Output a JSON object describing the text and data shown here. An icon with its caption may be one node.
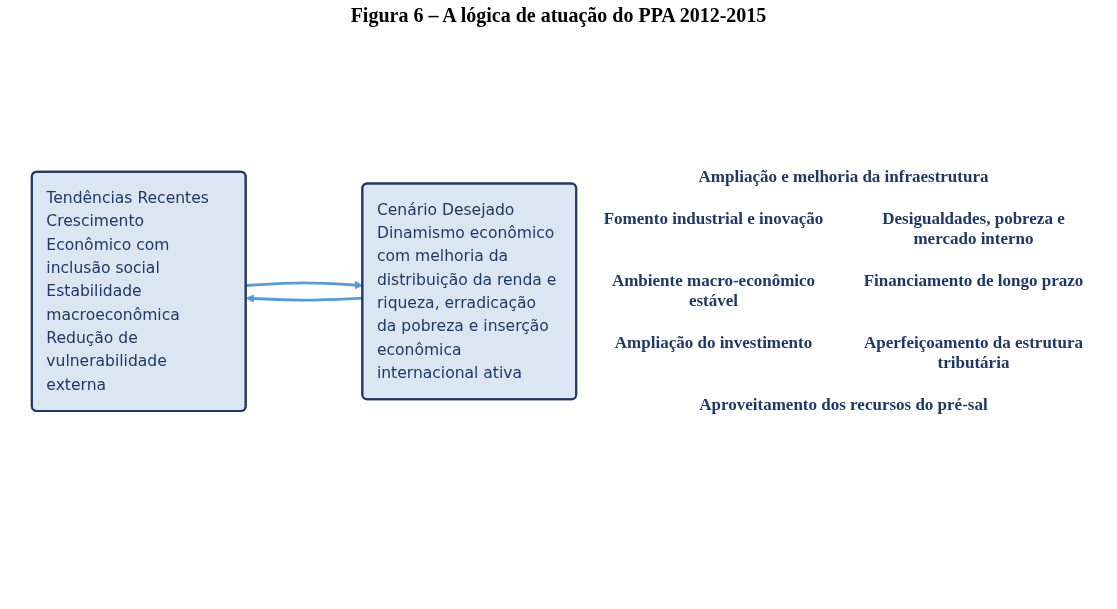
{
  "diagram": {
    "title": "Figura 6 – A lógica de atuação do PPA 2012-2015",
    "nodes": [
      {
        "text": [
          "Tendências Recentes",
          "Crescimento Econômico com inclusão social",
          "Estabilidade macroeconômica",
          "Redução de vulnerabilidade externa"
        ]
      },
      {
        "text": [
          "Cenário Desejado",
          "Dinamismo econômico com melhoria da distribuição da renda e riqueza, erradicação da pobreza e inserção econômica internacional ativa"
        ]
      }
    ],
    "edges": [
      {
        "from": 0,
        "to": 1,
        "arrow": "to"
      },
      {
        "from": 1,
        "to": 0,
        "arrow": "to"
      }
    ],
    "labels": [
      "Ampliação e melhoria da infraestrutura",
      "Fomento industrial e inovação",
      "Desigualdades, pobreza e mercado interno",
      "Ambiente macro-econômico estável",
      "Financiamento de longo prazo",
      "Ampliação do investimento",
      "Aperfeiçoamento da estrutura tributária",
      "Aproveitamento dos recursos do pré-sal"
    ]
  }
}
